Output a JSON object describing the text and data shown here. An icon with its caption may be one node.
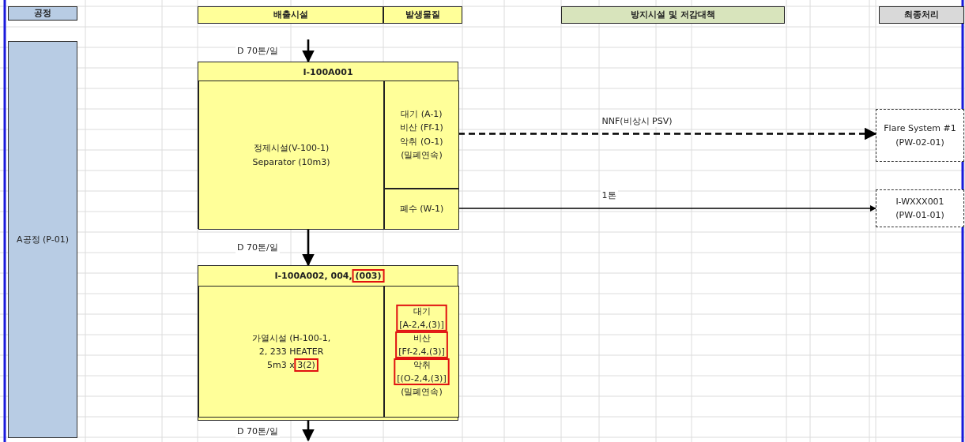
{
  "diagram": {
    "nodes": [
      {
        "text": [
          "공정"
        ]
      },
      {
        "text": [
          "배출시설"
        ]
      },
      {
        "text": [
          "발생물질"
        ]
      },
      {
        "text": [
          "방지시설 및 저감대책"
        ]
      },
      {
        "text": [
          "최종처리"
        ]
      },
      {
        "text": [
          "A공정 (P-01)"
        ]
      },
      {
        "text": [
          "I-100A001"
        ]
      },
      {
        "text": [
          "정제시설(V-100-1) Separator (10m3)"
        ],
        "in": 6
      },
      {
        "text": [
          "대기 (A-1) 비산 (Ff-1) 악취 (O-1) (밀폐연속)"
        ],
        "in": 6
      },
      {
        "text": [
          "폐수 (W-1)"
        ],
        "in": 6
      },
      {
        "text": [
          "Flare System #1 (PW-02-01)"
        ]
      },
      {
        "text": [
          "I-WXXX001 (PW-01-01)"
        ]
      },
      {
        "text": [
          "I-100A002, 004, (003)"
        ]
      },
      {
        "text": [
          "가열시설 (H-100-1, 2, 233 HEATER 5m3 x 3(2)"
        ],
        "in": 12
      },
      {
        "text": [
          "대기 [A-2,4,(3)] 비산 [Ff-2,4,(3)] 악취 [(O-2,4,(3)] (밀폐연속)"
        ],
        "in": 12
      }
    ],
    "edges": [
      {
        "from": null,
        "to": 6,
        "arrow": "to",
        "label": "D 70톤/일"
      },
      {
        "from": 6,
        "to": 12,
        "arrow": "to",
        "label": "D 70톤/일"
      },
      {
        "from": 12,
        "to": null,
        "arrow": "to",
        "label": "D 70톤/일"
      },
      {
        "from": 8,
        "to": 10,
        "arrow": "to",
        "label": "NNF(비상시 PSV)",
        "style": "dashed"
      },
      {
        "from": 9,
        "to": 11,
        "arrow": "to",
        "label": "1톤"
      }
    ]
  }
}
